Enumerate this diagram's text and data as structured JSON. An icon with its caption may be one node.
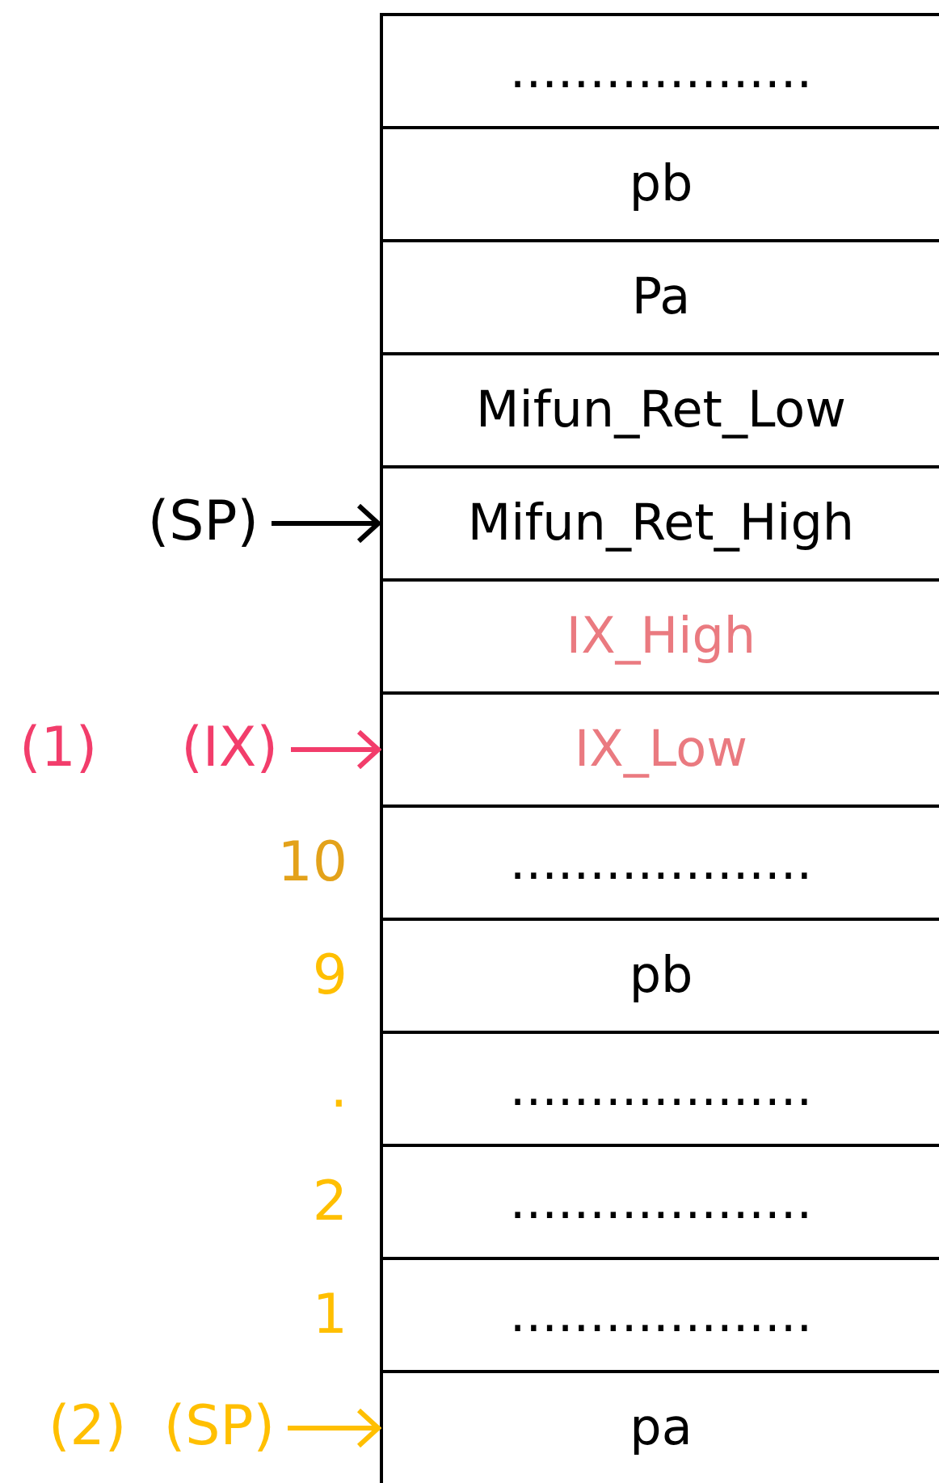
{
  "diagram": {
    "nodes": [
      {
        "text": [
          "..................."
        ]
      },
      {
        "text": [
          "pb"
        ]
      },
      {
        "text": [
          "Pa"
        ]
      },
      {
        "text": [
          "Mifun_Ret_Low"
        ]
      },
      {
        "text": [
          "Mifun_Ret_High"
        ]
      },
      {
        "text": [
          "IX_High"
        ]
      },
      {
        "text": [
          "IX_Low"
        ]
      },
      {
        "text": [
          "..................."
        ],
        "beside": [
          "10"
        ]
      },
      {
        "text": [
          "pb"
        ],
        "beside": [
          "9"
        ]
      },
      {
        "text": [
          "..................."
        ],
        "beside": [
          "."
        ]
      },
      {
        "text": [
          "..................."
        ],
        "beside": [
          "2"
        ]
      },
      {
        "text": [
          "..................."
        ],
        "beside": [
          "1"
        ]
      },
      {
        "text": [
          "pa"
        ]
      },
      {
        "text": [
          "(SP)"
        ]
      },
      {
        "text": [
          "(IX)"
        ]
      },
      {
        "text": [
          "(SP)"
        ]
      }
    ],
    "edges": [
      {
        "from": 13,
        "to": 4,
        "arrow": "to"
      },
      {
        "from": 14,
        "to": 6,
        "arrow": "to",
        "color": "#f23d6b"
      },
      {
        "from": 15,
        "to": 12,
        "arrow": "to",
        "color": "#ffbf00"
      }
    ],
    "labels": [
      "(1)",
      "(2)"
    ]
  }
}
